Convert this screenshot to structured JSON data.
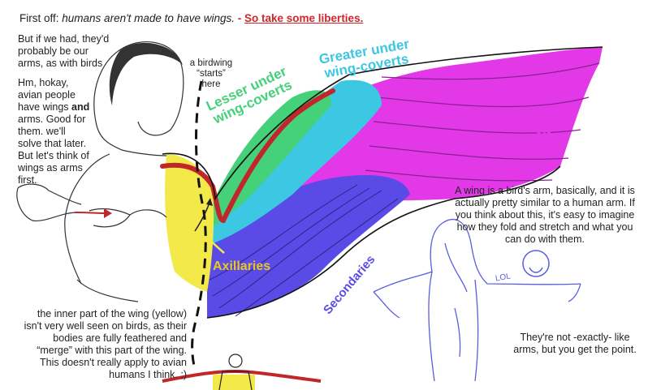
{
  "header": {
    "prefix": "First off:",
    "italic": "humans aren't made to have wings.",
    "dash": "-",
    "emphasis": "So take some liberties."
  },
  "left_notes": {
    "p1": "But if we had, they'd probably be our arms, as with birds",
    "p2_a": "Hm, hokay, avian people have wings",
    "p2_bold": "and",
    "p2_b": "arms. Good for them. we'll solve that later. But let's think of wings as arms first."
  },
  "birdwing_note": "a birdwing “starts” here",
  "labels": {
    "lesser": "Lesser under wing-coverts",
    "greater": "Greater under wing-coverts",
    "primaries": "Primaries",
    "secondaries": "Secondaries",
    "axillaries": "Axillaries"
  },
  "right_note": "A wing is a bird's arm, basically, and it is actually pretty similar to a human arm. If you think about this, it's easy to imagine how they fold and stretch and what you can do with them.",
  "bottom_note": "the inner part of the wing (yellow) isn't very well seen on birds, as their bodies are fully feathered and “merge” with this part of the wing. This doesn't really apply to avian humans I think. ;)",
  "closing_note": "They're not -exactly- like arms, but you get the point.",
  "lol": "LOL",
  "colors": {
    "primaries": "#e238e8",
    "secondaries": "#5a4be6",
    "greater": "#3cc7e2",
    "lesser": "#45d07a",
    "axillaries": "#f3ea4a",
    "bone": "#c0262a",
    "sketch_blue": "#5a5ee0"
  }
}
